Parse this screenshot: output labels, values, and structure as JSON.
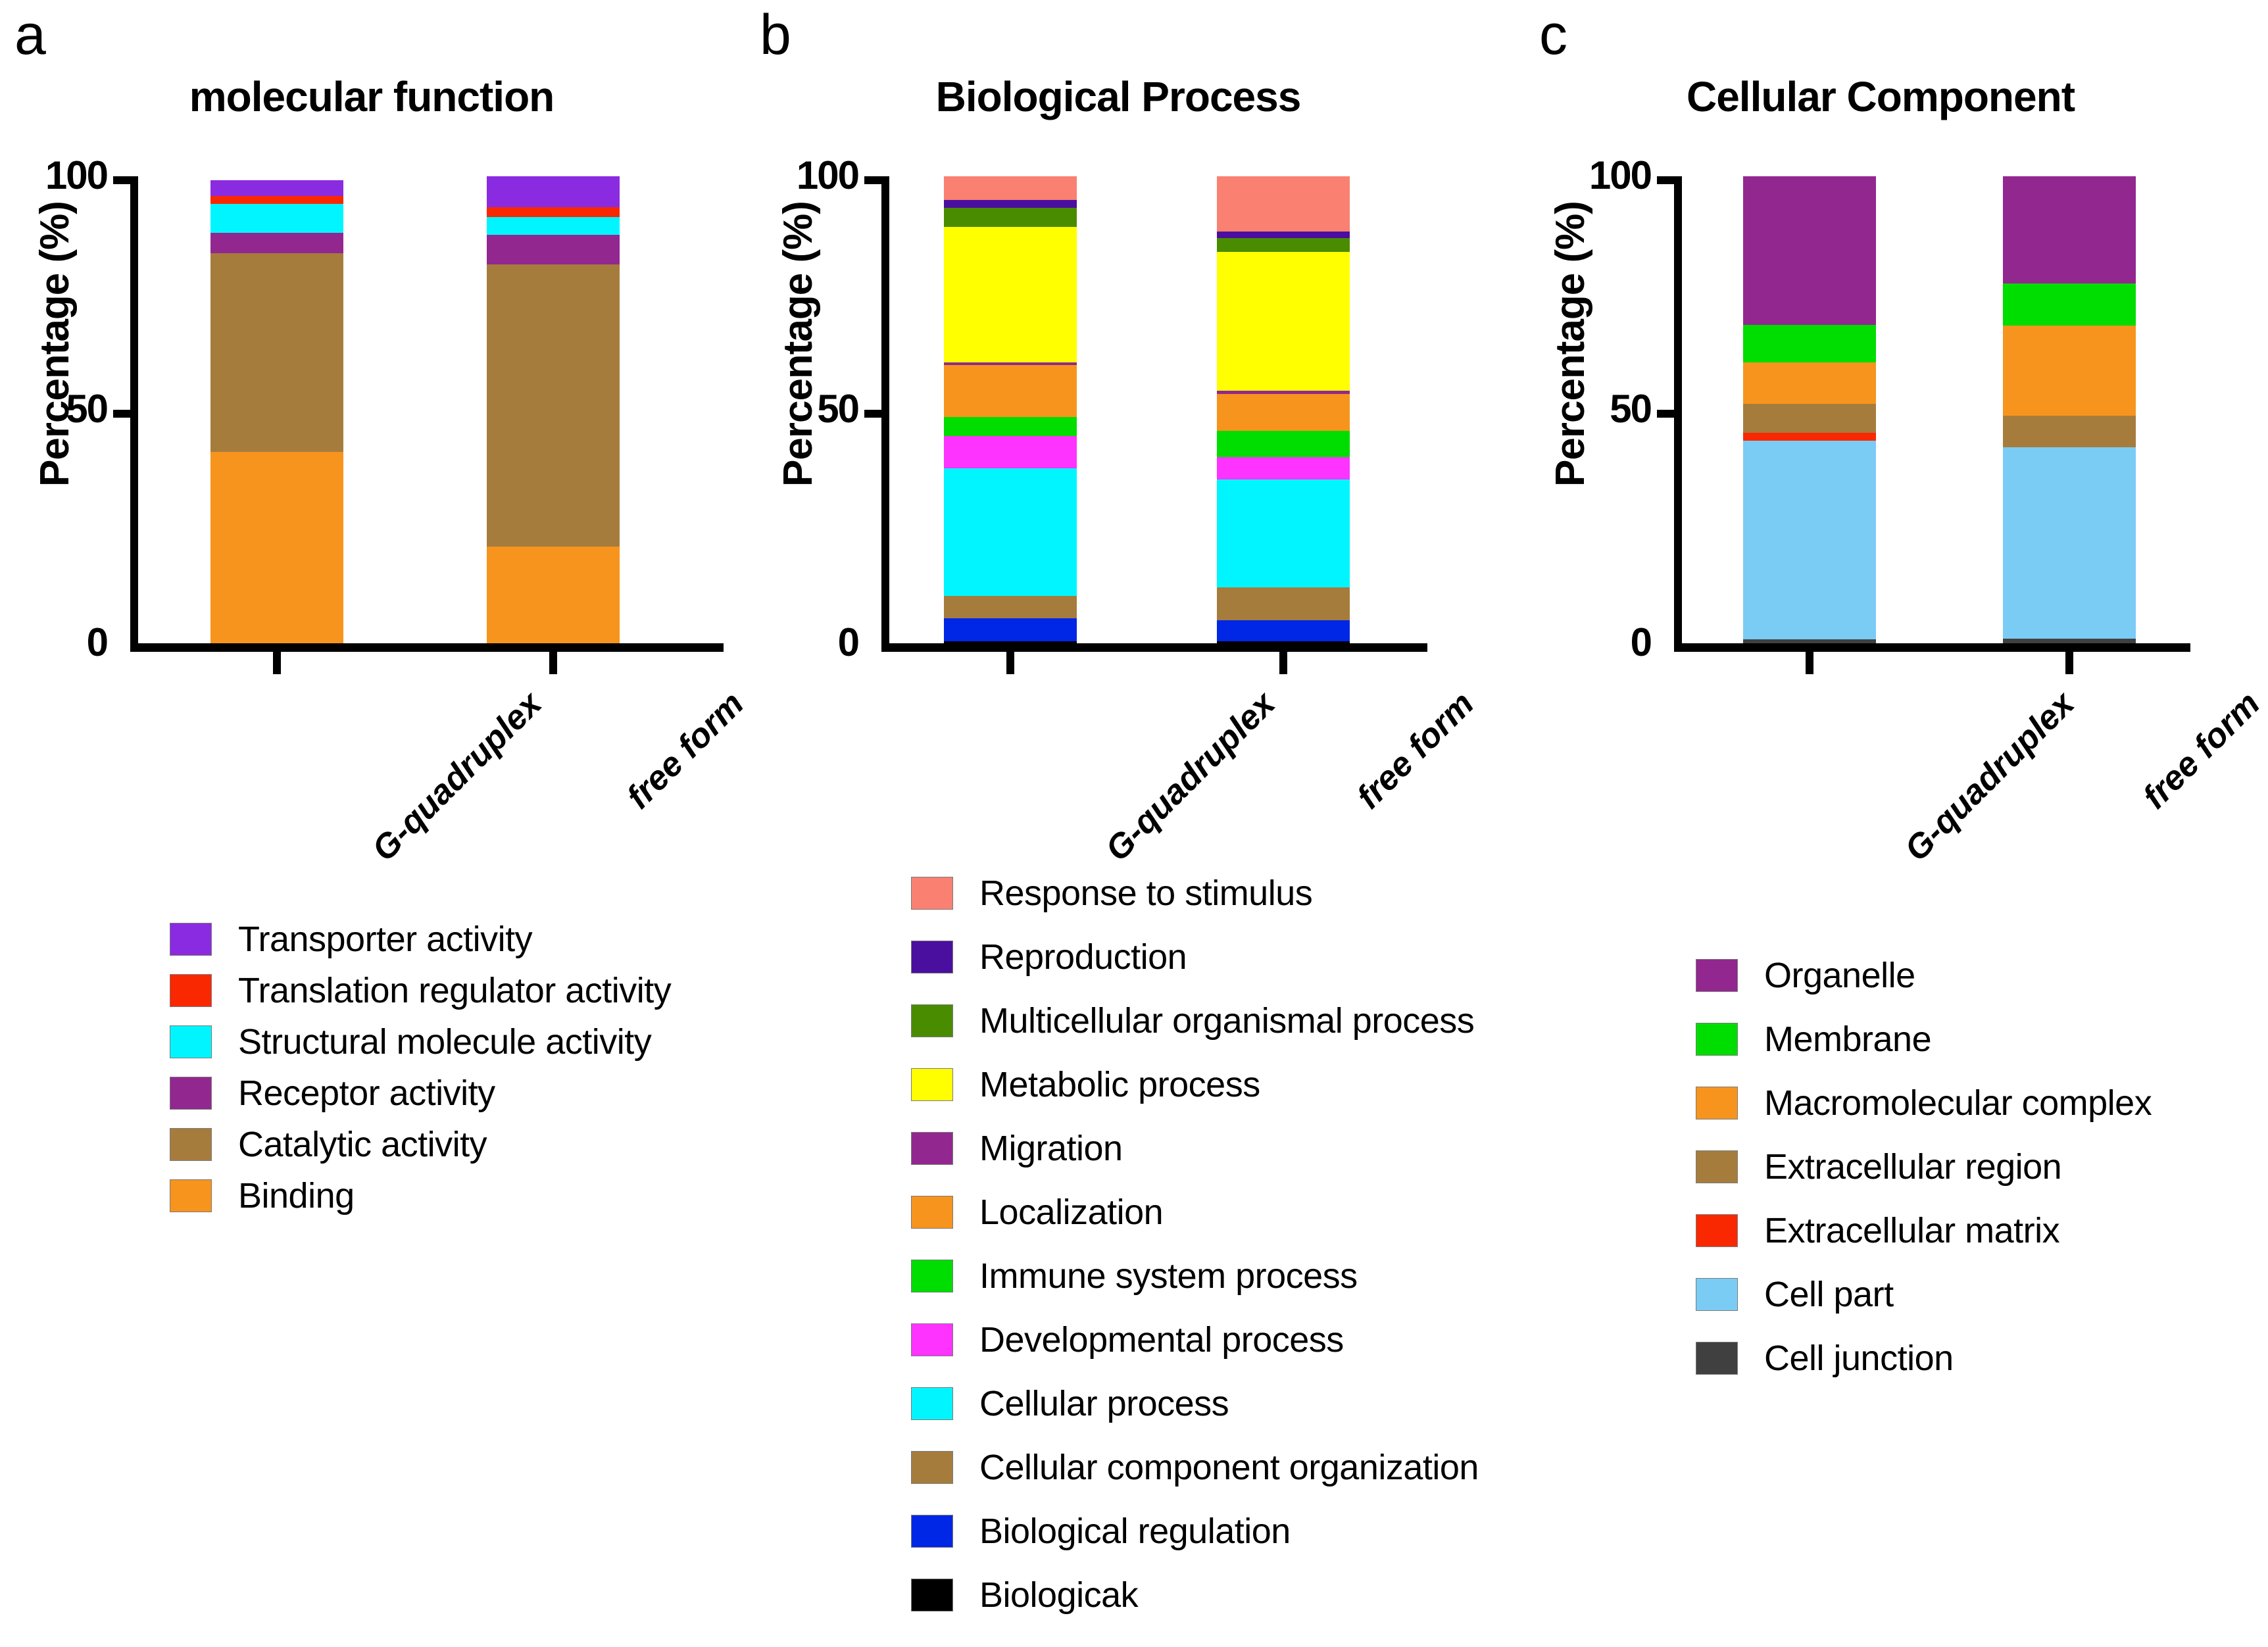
{
  "figure": {
    "background": "#ffffff",
    "axis_color": "#000000"
  },
  "panels": [
    {
      "letter": "a",
      "title": "molecular function",
      "ylabel": "Percentage (%)",
      "yticks": [
        "100",
        "50",
        "0"
      ],
      "xlabels": [
        "G-quadruplex",
        "free form"
      ]
    },
    {
      "letter": "b",
      "title": "Biological Process",
      "ylabel": "Percentage (%)",
      "yticks": [
        "100",
        "50",
        "0"
      ],
      "xlabels": [
        "G-quadruplex",
        "free form"
      ]
    },
    {
      "letter": "c",
      "title": "Cellular Component",
      "ylabel": "Percentage (%)",
      "yticks": [
        "100",
        "50",
        "0"
      ],
      "xlabels": [
        "G-quadruplex",
        "free form"
      ]
    }
  ],
  "legends": {
    "a": [
      {
        "label": "Transporter activity",
        "color": "#8A2BE2"
      },
      {
        "label": "Translation regulator activity",
        "color": "#FA2800"
      },
      {
        "label": "Structural molecule activity",
        "color": "#00F5FF"
      },
      {
        "label": "Receptor activity",
        "color": "#92278F"
      },
      {
        "label": "Catalytic activity",
        "color": "#A67C3D"
      },
      {
        "label": "Binding",
        "color": "#F7941E"
      }
    ],
    "b": [
      {
        "label": "Response to stimulus",
        "color": "#FA8072"
      },
      {
        "label": "Reproduction",
        "color": "#4B0FA0"
      },
      {
        "label": "Multicellular organismal process",
        "color": "#4A8C00"
      },
      {
        "label": "Metabolic process",
        "color": "#FFFF00"
      },
      {
        "label": "Migration",
        "color": "#92278F"
      },
      {
        "label": "Localization",
        "color": "#F7941E"
      },
      {
        "label": "Immune system process",
        "color": "#00DD00"
      },
      {
        "label": "Developmental process",
        "color": "#FF33FF"
      },
      {
        "label": "Cellular process",
        "color": "#00F5FF"
      },
      {
        "label": "Cellular component organization",
        "color": "#A67C3D"
      },
      {
        "label": "Biological regulation",
        "color": "#0026E6"
      },
      {
        "label": "Biologicak",
        "color": "#000000"
      }
    ],
    "c": [
      {
        "label": "Organelle",
        "color": "#92278F"
      },
      {
        "label": "Membrane",
        "color": "#00DD00"
      },
      {
        "label": "Macromolecular complex",
        "color": "#F7941E"
      },
      {
        "label": "Extracellular region",
        "color": "#A67C3D"
      },
      {
        "label": "Extracellular matrix",
        "color": "#FA2800"
      },
      {
        "label": "Cell part",
        "color": "#7ACCF5"
      },
      {
        "label": "Cell junction",
        "color": "#404040"
      }
    ]
  },
  "chart_data": [
    {
      "type": "bar",
      "panel": "a",
      "title": "molecular function",
      "xlabel": "",
      "ylabel": "Percentage (%)",
      "ylim": [
        0,
        100
      ],
      "grid": false,
      "stacked": true,
      "legend_position": "below",
      "categories": [
        "G-quadruplex",
        "free form"
      ],
      "series": [
        {
          "name": "Binding",
          "color": "#F7941E",
          "values": [
            41.0,
            20.7
          ]
        },
        {
          "name": "Catalytic activity",
          "color": "#A67C3D",
          "values": [
            42.5,
            60.4
          ]
        },
        {
          "name": "Receptor activity",
          "color": "#92278F",
          "values": [
            4.4,
            6.3
          ]
        },
        {
          "name": "Structural molecule activity",
          "color": "#00F5FF",
          "values": [
            6.2,
            3.9
          ]
        },
        {
          "name": "Translation regulator activity",
          "color": "#FA2800",
          "values": [
            1.7,
            2.1
          ]
        },
        {
          "name": "Transporter activity",
          "color": "#8A2BE2",
          "values": [
            3.4,
            6.6
          ]
        }
      ],
      "totals": [
        99.2,
        100.0
      ]
    },
    {
      "type": "bar",
      "panel": "b",
      "title": "Biological Process",
      "xlabel": "",
      "ylabel": "Percentage (%)",
      "ylim": [
        0,
        100
      ],
      "grid": false,
      "stacked": true,
      "legend_position": "below",
      "categories": [
        "G-quadruplex",
        "free form"
      ],
      "series": [
        {
          "name": "Biologicak",
          "color": "#000000",
          "values": [
            0.4,
            0.4
          ]
        },
        {
          "name": "Biological regulation",
          "color": "#0026E6",
          "values": [
            4.9,
            4.5
          ]
        },
        {
          "name": "Cellular component organization",
          "color": "#A67C3D",
          "values": [
            4.8,
            7.0
          ]
        },
        {
          "name": "Cellular process",
          "color": "#00F5FF",
          "values": [
            27.3,
            23.1
          ]
        },
        {
          "name": "Developmental process",
          "color": "#FF33FF",
          "values": [
            6.9,
            4.9
          ]
        },
        {
          "name": "Immune system process",
          "color": "#00DD00",
          "values": [
            4.2,
            5.6
          ]
        },
        {
          "name": "Localization",
          "color": "#F7941E",
          "values": [
            11.1,
            7.9
          ]
        },
        {
          "name": "Migration",
          "color": "#92278F",
          "values": [
            0.6,
            0.7
          ]
        },
        {
          "name": "Metabolic process",
          "color": "#FFFF00",
          "values": [
            29.0,
            29.7
          ]
        },
        {
          "name": "Multicellular organismal process",
          "color": "#4A8C00",
          "values": [
            4.0,
            3.0
          ]
        },
        {
          "name": "Reproduction",
          "color": "#4B0FA0",
          "values": [
            1.8,
            1.4
          ]
        },
        {
          "name": "Response to stimulus",
          "color": "#FA8072",
          "values": [
            5.0,
            11.8
          ]
        }
      ],
      "totals": [
        100.0,
        100.0
      ]
    },
    {
      "type": "bar",
      "panel": "c",
      "title": "Cellular Component",
      "xlabel": "",
      "ylabel": "Percentage (%)",
      "ylim": [
        0,
        100
      ],
      "grid": false,
      "stacked": true,
      "legend_position": "below",
      "categories": [
        "G-quadruplex",
        "free form"
      ],
      "series": [
        {
          "name": "Cell junction",
          "color": "#404040",
          "values": [
            0.8,
            1.0
          ]
        },
        {
          "name": "Cell part",
          "color": "#7ACCF5",
          "values": [
            42.6,
            41.0
          ]
        },
        {
          "name": "Extracellular matrix",
          "color": "#FA2800",
          "values": [
            1.7,
            0.0
          ]
        },
        {
          "name": "Extracellular region",
          "color": "#A67C3D",
          "values": [
            6.1,
            6.8
          ]
        },
        {
          "name": "Macromolecular complex",
          "color": "#F7941E",
          "values": [
            9.0,
            19.2
          ]
        },
        {
          "name": "Membrane",
          "color": "#00DD00",
          "values": [
            8.0,
            9.1
          ]
        },
        {
          "name": "Organelle",
          "color": "#92278F",
          "values": [
            31.8,
            22.9
          ]
        }
      ],
      "totals": [
        100.0,
        100.0
      ]
    }
  ]
}
